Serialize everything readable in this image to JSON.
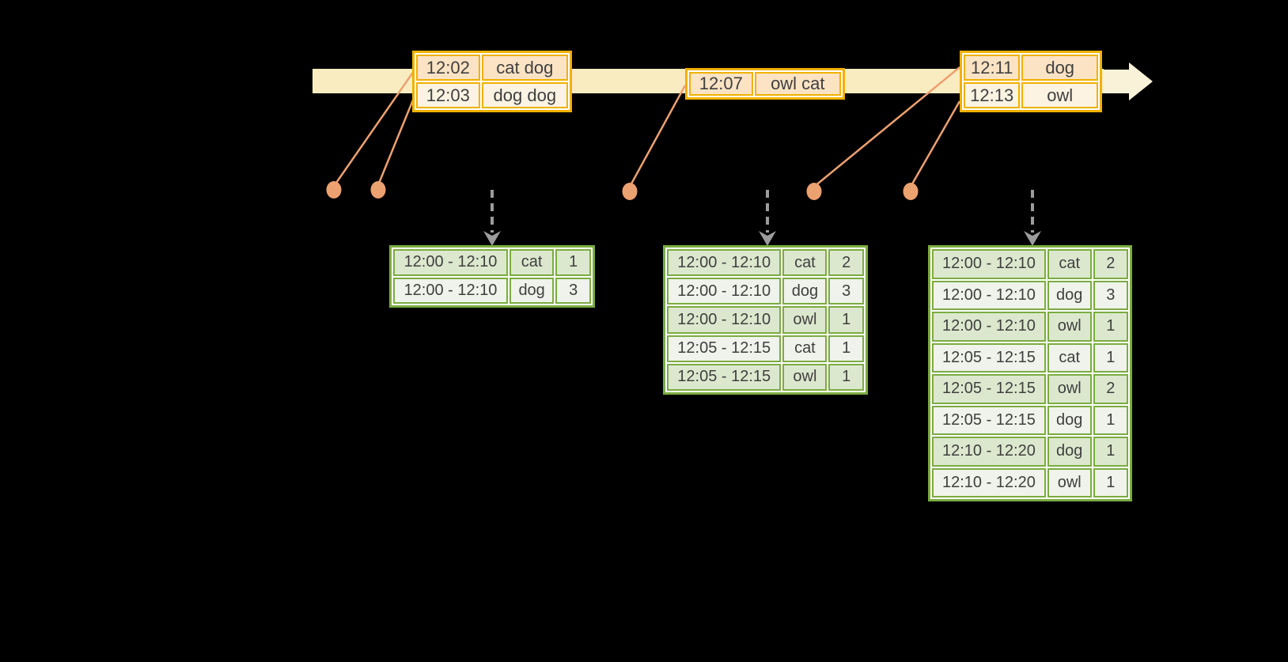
{
  "colors": {
    "background": "#000000",
    "timeline_band": "#F9ECC0",
    "timeline_arrowhead": "#FAF2D8",
    "event_border": "#F0B100",
    "event_row_dark": "#FBE3C4",
    "event_row_light": "#FDF3E3",
    "event_text": "#3F3F3F",
    "dot": "#ECA170",
    "trigger_arrow": "#9C9C9C",
    "result_border": "#7BAC40",
    "result_row_dark": "#DCE8CE",
    "result_row_light": "#EFF3EB",
    "result_text": "#3F3F3F"
  },
  "icons": {
    "timeline_arrowhead": "right-arrow",
    "trigger_arrow": "down-arrow",
    "event_marker": "dot"
  },
  "event_batches": [
    {
      "rows": [
        {
          "time": "12:02",
          "words": "cat dog"
        },
        {
          "time": "12:03",
          "words": "dog dog"
        }
      ]
    },
    {
      "rows": [
        {
          "time": "12:07",
          "words": "owl cat"
        }
      ]
    },
    {
      "rows": [
        {
          "time": "12:11",
          "words": "dog"
        },
        {
          "time": "12:13",
          "words": "owl"
        }
      ]
    }
  ],
  "result_tables": [
    {
      "rows": [
        {
          "window": "12:00 - 12:10",
          "word": "cat",
          "count": "1"
        },
        {
          "window": "12:00 - 12:10",
          "word": "dog",
          "count": "3"
        }
      ]
    },
    {
      "rows": [
        {
          "window": "12:00 - 12:10",
          "word": "cat",
          "count": "2"
        },
        {
          "window": "12:00 - 12:10",
          "word": "dog",
          "count": "3"
        },
        {
          "window": "12:00 - 12:10",
          "word": "owl",
          "count": "1"
        },
        {
          "window": "12:05 - 12:15",
          "word": "cat",
          "count": "1"
        },
        {
          "window": "12:05 - 12:15",
          "word": "owl",
          "count": "1"
        }
      ]
    },
    {
      "rows": [
        {
          "window": "12:00 - 12:10",
          "word": "cat",
          "count": "2"
        },
        {
          "window": "12:00 - 12:10",
          "word": "dog",
          "count": "3"
        },
        {
          "window": "12:00 - 12:10",
          "word": "owl",
          "count": "1"
        },
        {
          "window": "12:05 - 12:15",
          "word": "cat",
          "count": "1"
        },
        {
          "window": "12:05 - 12:15",
          "word": "owl",
          "count": "2"
        },
        {
          "window": "12:05 - 12:15",
          "word": "dog",
          "count": "1"
        },
        {
          "window": "12:10 - 12:20",
          "word": "dog",
          "count": "1"
        },
        {
          "window": "12:10 - 12:20",
          "word": "owl",
          "count": "1"
        }
      ]
    }
  ]
}
